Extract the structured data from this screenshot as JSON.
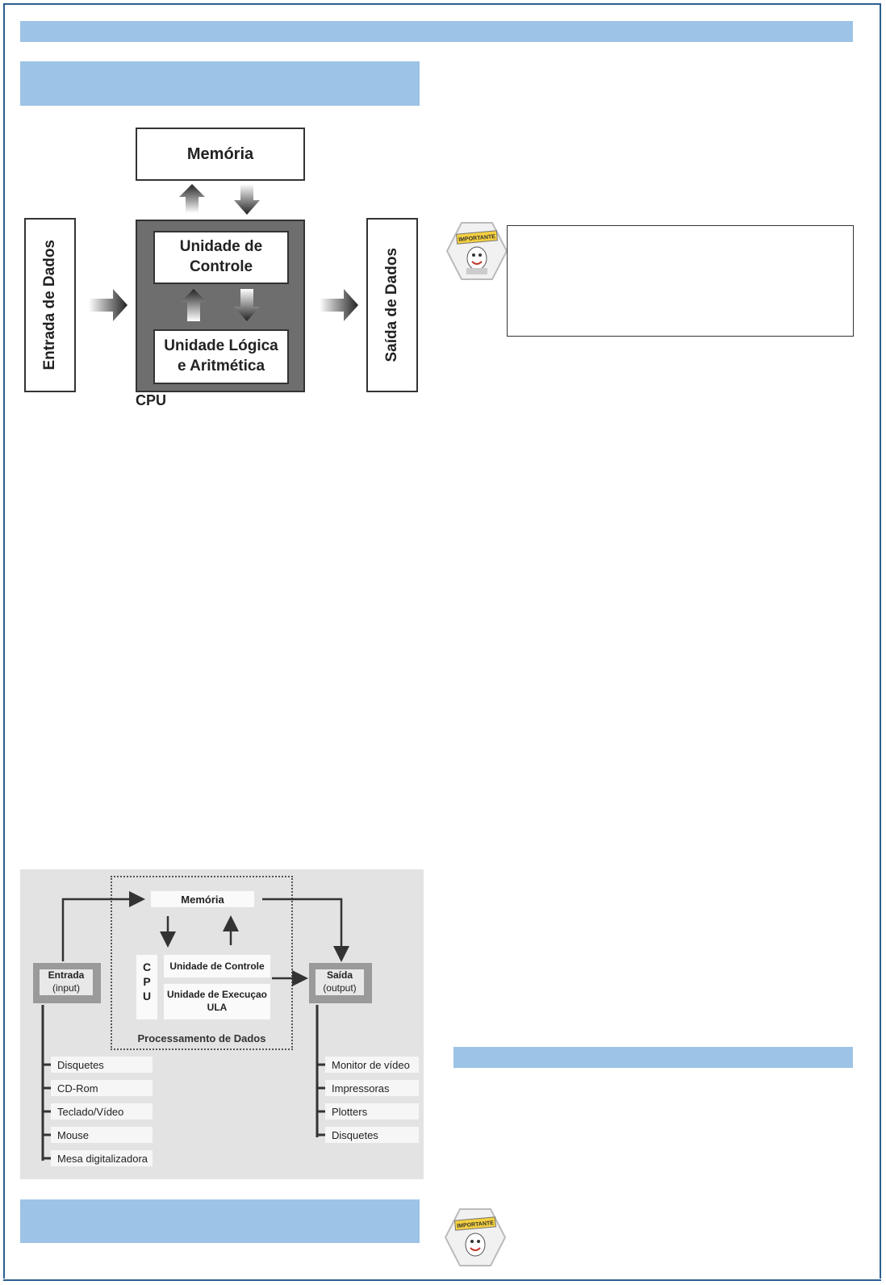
{
  "diagram1": {
    "memory": "Memória",
    "control_unit": "Unidade de\nControle",
    "alu": "Unidade Lógica\ne Aritmética",
    "cpu_label": "CPU",
    "input": "Entrada de Dados",
    "output": "Saída de Dados"
  },
  "diagram2": {
    "memory": "Memória",
    "cpu_letters": "C\nP\nU",
    "control_unit": "Unidade de Controle",
    "execution_unit": "Unidade de Execuçao\nULA",
    "processing": "Processamento de Dados",
    "input_title": "Entrada",
    "input_sub": "(input)",
    "output_title": "Saída",
    "output_sub": "(output)",
    "input_devices": [
      "Disquetes",
      "CD-Rom",
      "Teclado/Vídeo",
      "Mouse",
      "Mesa digitalizadora"
    ],
    "output_devices": [
      "Monitor de vídeo",
      "Impressoras",
      "Plotters",
      "Disquetes"
    ]
  },
  "badge": {
    "label": "IMPORTANTE"
  },
  "colors": {
    "bar": "#9dc3e6",
    "border": "#2b5f8f",
    "cpu_gray": "#6e6e6e",
    "diagram_bg": "#e3e3e3"
  }
}
